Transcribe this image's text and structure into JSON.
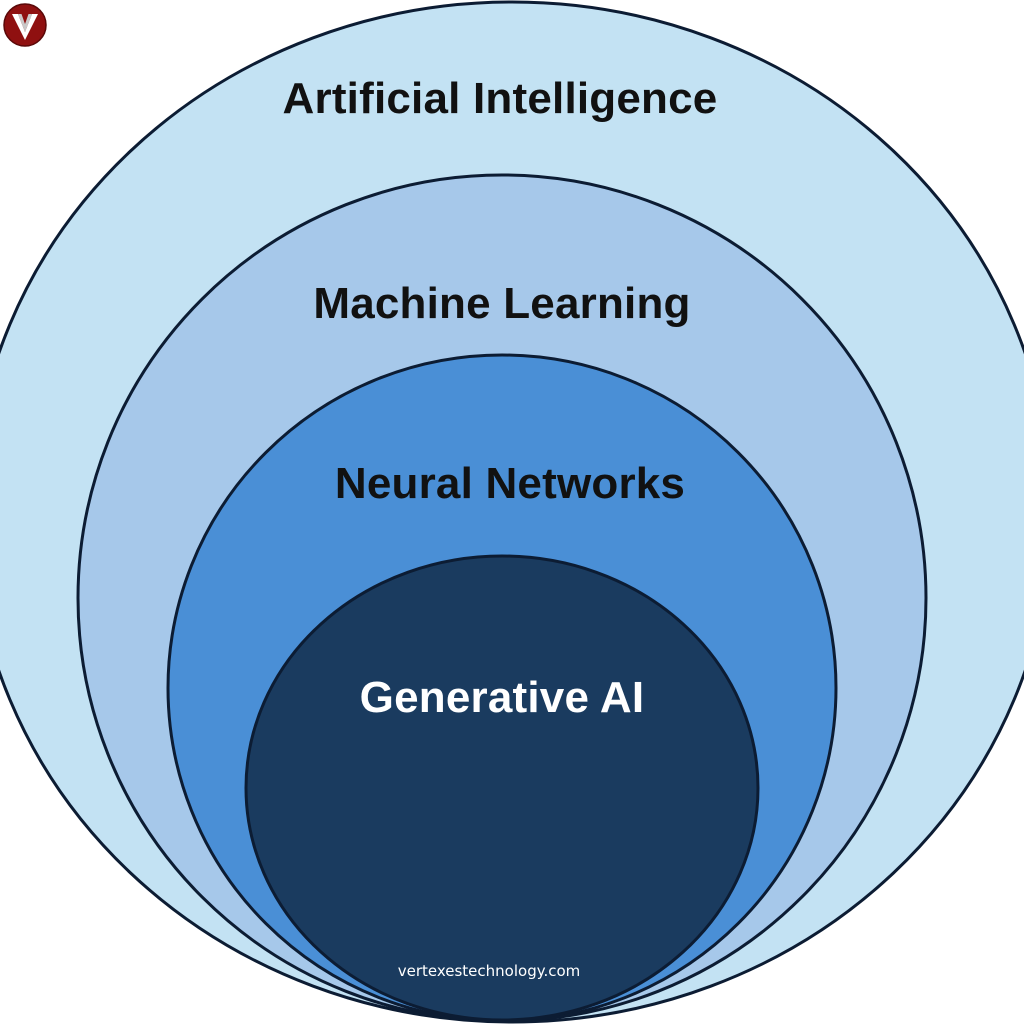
{
  "diagram": {
    "layers": [
      {
        "label": "Artificial Intelligence",
        "fill": "#c3e2f3",
        "text_color": "#111111"
      },
      {
        "label": "Machine Learning",
        "fill": "#a6c8ea",
        "text_color": "#111111"
      },
      {
        "label": "Neural Networks",
        "fill": "#4a8fd6",
        "text_color": "#111111"
      },
      {
        "label": "Generative AI",
        "fill": "#1a3b5f",
        "text_color": "#ffffff"
      }
    ],
    "outline_color": "#0c1c33",
    "footer": "vertexestechnology.com",
    "footer_color": "#ffffff"
  },
  "logo": {
    "icon": "vertex-logo-icon",
    "color": "#8f1010"
  }
}
